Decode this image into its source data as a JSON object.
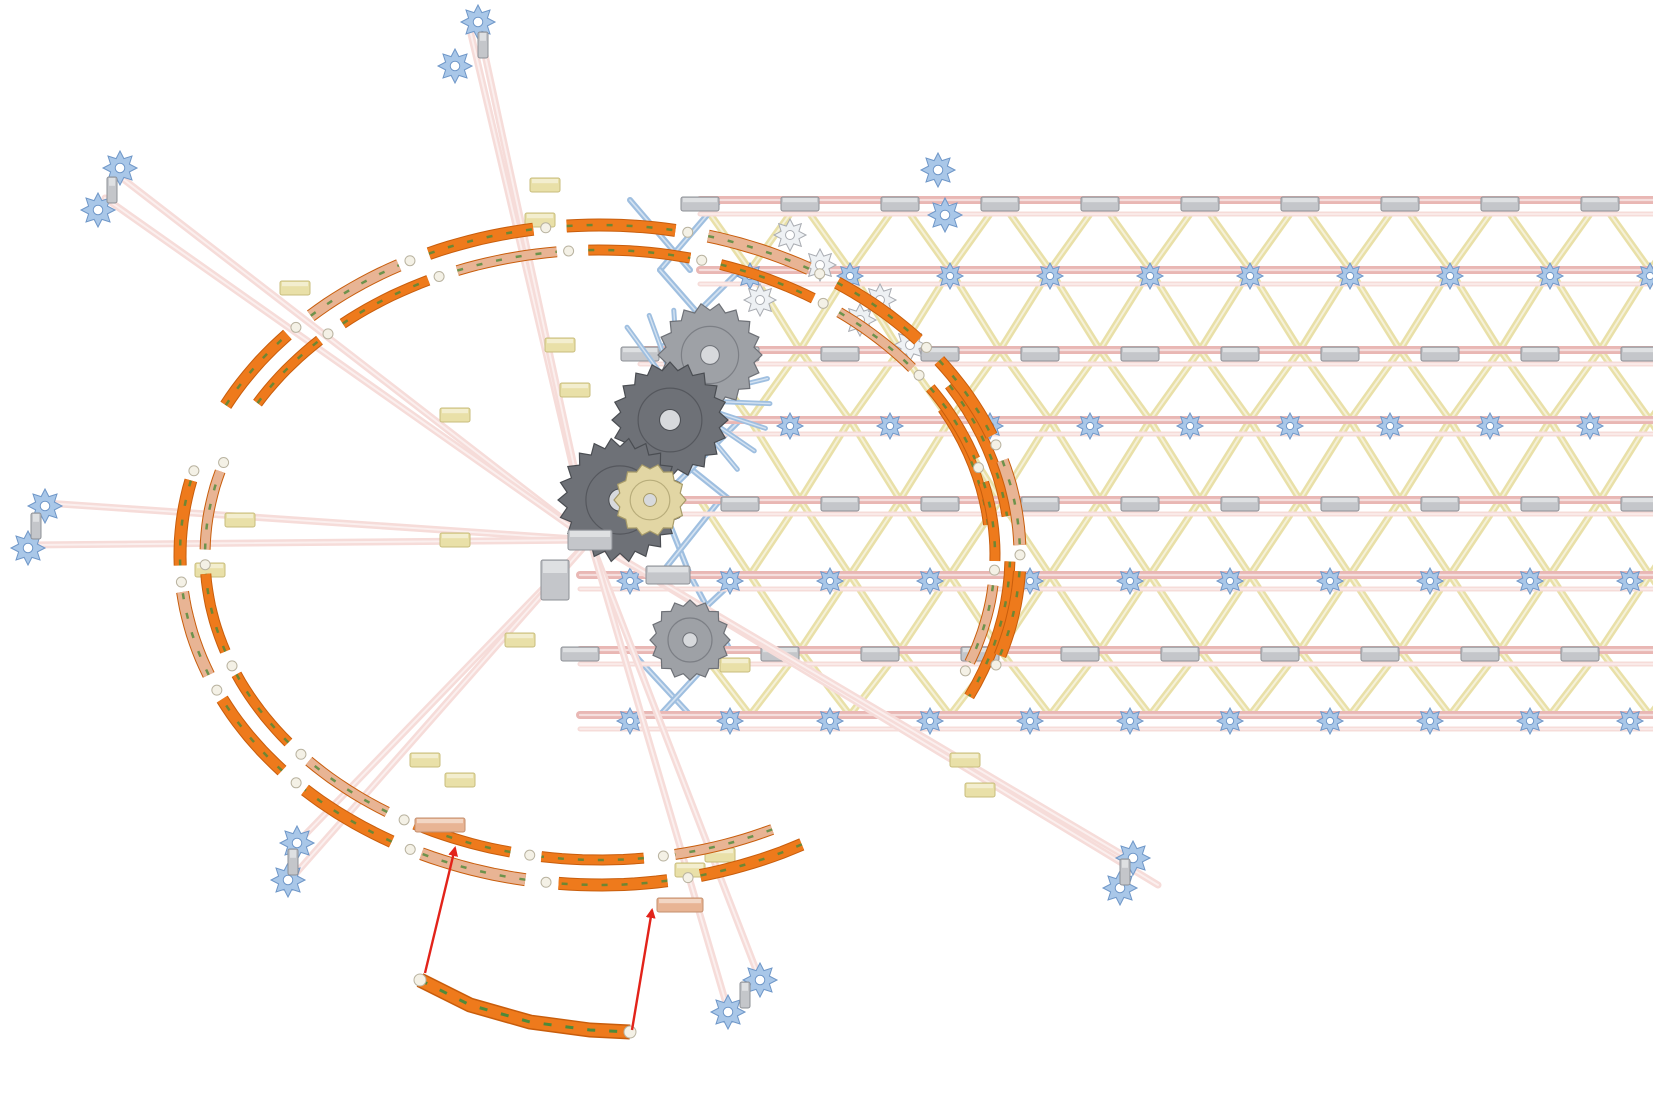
{
  "figure": {
    "kind": "building-instruction-illustration",
    "caption": ""
  },
  "colors": {
    "background": "#ffffff",
    "rod_pink": "#e9b7b4",
    "rod_pink_light": "#f6dcd9",
    "rod_yellow": "#e9e0a8",
    "rod_yellow_dark": "#c8bd7c",
    "rod_blue": "#9fbfe0",
    "rod_blue_dark": "#6f97c4",
    "connector_grey": "#c4c6ca",
    "connector_grey_dark": "#8d9096",
    "connector_blue": "#a9c7e8",
    "connector_blue_dark": "#6f97c8",
    "connector_white": "#eef1f4",
    "track_orange": "#ee7a1c",
    "track_orange_dark": "#c85d0c",
    "track_tan": "#e8b494",
    "track_green": "#4e8a3a",
    "track_pin": "#f4f1e6",
    "gear_dark": "#6e7177",
    "gear_mid": "#9ea1a6",
    "gear_tan": "#e2d6a4",
    "arrow_red": "#e2231a"
  },
  "parts": {
    "tower_truss": "tower-truss",
    "hub": "hub-assembly",
    "spokes": "spoke-rods",
    "track_ring": "outer-track-ring",
    "separated_segment": "detached-track-segment",
    "arrows": "assembly-arrows"
  }
}
